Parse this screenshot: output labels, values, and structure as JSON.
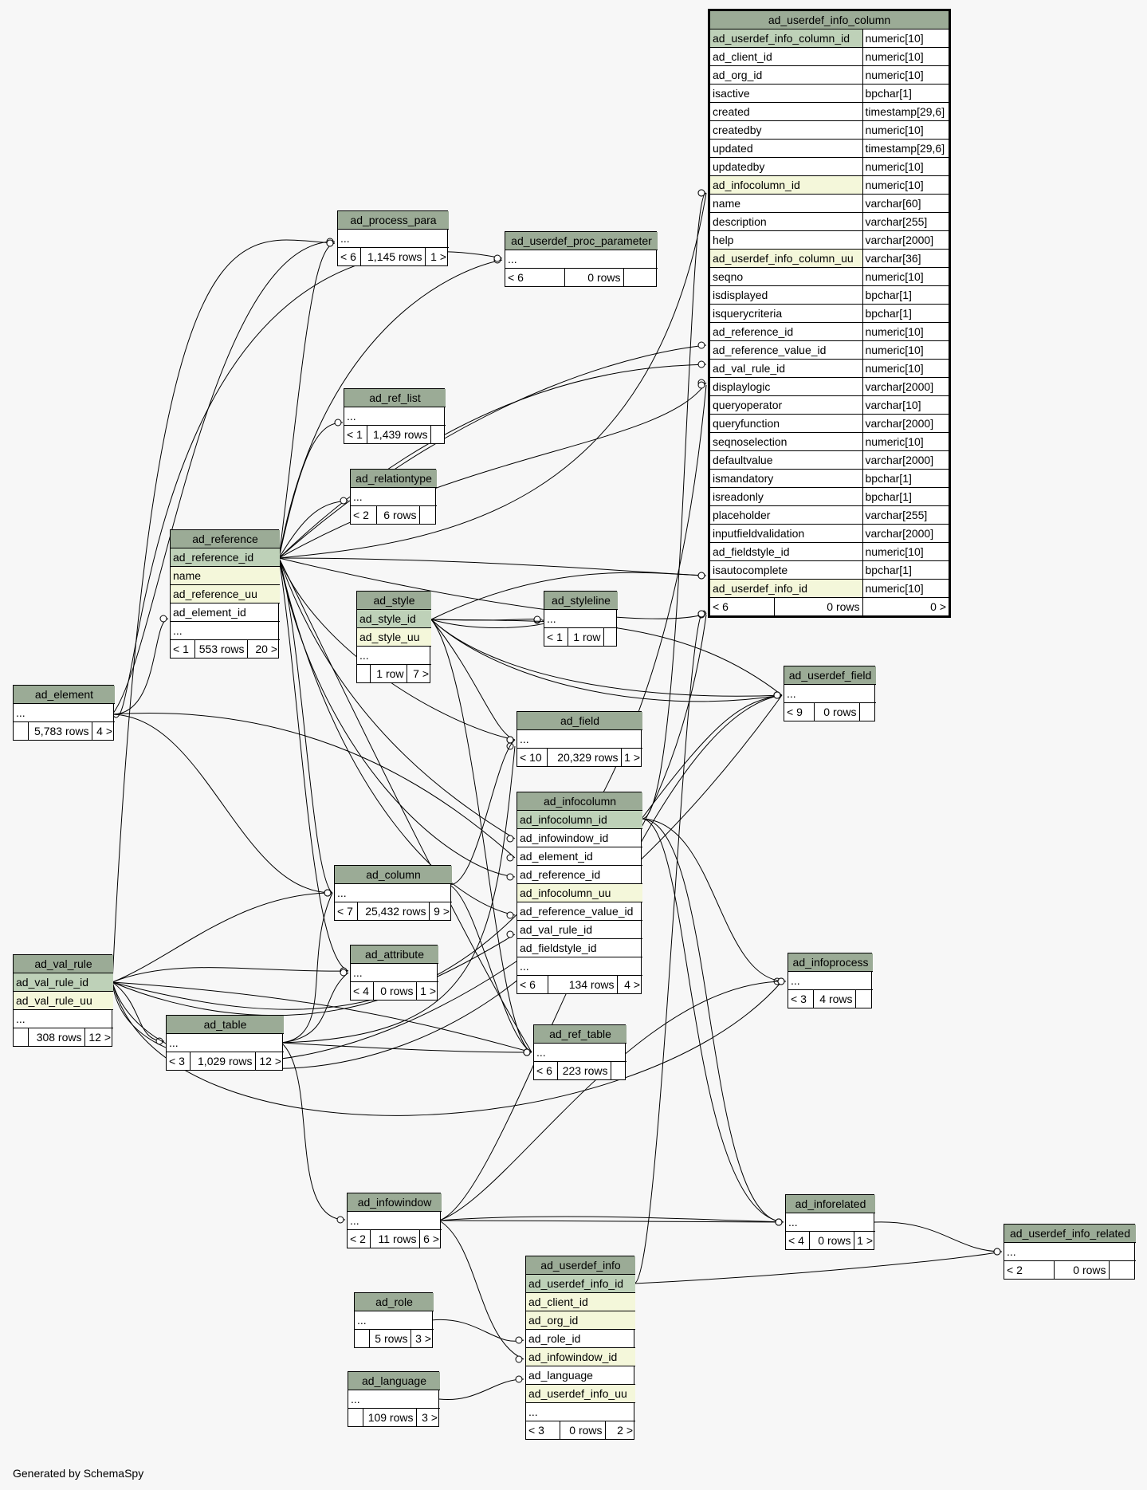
{
  "footer": "Generated by SchemaSpy",
  "colors": {
    "header": "#9bab96",
    "primary_key": "#bed1b8",
    "indexed": "#f4f7da",
    "background": "#f7f7f7"
  },
  "tables": {
    "ad_userdef_info_column": {
      "name": "ad_userdef_info_column",
      "columns": [
        {
          "name": "ad_userdef_info_column_id",
          "type": "numeric[10]"
        },
        {
          "name": "ad_client_id",
          "type": "numeric[10]"
        },
        {
          "name": "ad_org_id",
          "type": "numeric[10]"
        },
        {
          "name": "isactive",
          "type": "bpchar[1]"
        },
        {
          "name": "created",
          "type": "timestamp[29,6]"
        },
        {
          "name": "createdby",
          "type": "numeric[10]"
        },
        {
          "name": "updated",
          "type": "timestamp[29,6]"
        },
        {
          "name": "updatedby",
          "type": "numeric[10]"
        },
        {
          "name": "ad_infocolumn_id",
          "type": "numeric[10]"
        },
        {
          "name": "name",
          "type": "varchar[60]"
        },
        {
          "name": "description",
          "type": "varchar[255]"
        },
        {
          "name": "help",
          "type": "varchar[2000]"
        },
        {
          "name": "ad_userdef_info_column_uu",
          "type": "varchar[36]"
        },
        {
          "name": "seqno",
          "type": "numeric[10]"
        },
        {
          "name": "isdisplayed",
          "type": "bpchar[1]"
        },
        {
          "name": "isquerycriteria",
          "type": "bpchar[1]"
        },
        {
          "name": "ad_reference_id",
          "type": "numeric[10]"
        },
        {
          "name": "ad_reference_value_id",
          "type": "numeric[10]"
        },
        {
          "name": "ad_val_rule_id",
          "type": "numeric[10]"
        },
        {
          "name": "displaylogic",
          "type": "varchar[2000]"
        },
        {
          "name": "queryoperator",
          "type": "varchar[10]"
        },
        {
          "name": "queryfunction",
          "type": "varchar[2000]"
        },
        {
          "name": "seqnoselection",
          "type": "numeric[10]"
        },
        {
          "name": "defaultvalue",
          "type": "varchar[2000]"
        },
        {
          "name": "ismandatory",
          "type": "bpchar[1]"
        },
        {
          "name": "isreadonly",
          "type": "bpchar[1]"
        },
        {
          "name": "placeholder",
          "type": "varchar[255]"
        },
        {
          "name": "inputfieldvalidation",
          "type": "varchar[2000]"
        },
        {
          "name": "ad_fieldstyle_id",
          "type": "numeric[10]"
        },
        {
          "name": "isautocomplete",
          "type": "bpchar[1]"
        },
        {
          "name": "ad_userdef_info_id",
          "type": "numeric[10]"
        }
      ],
      "footer": [
        "< 6",
        "0 rows",
        "0 >"
      ]
    },
    "ad_process_para": {
      "name": "ad_process_para",
      "ellipsis": "...",
      "footer": [
        "< 6",
        "1,145 rows",
        "1 >"
      ]
    },
    "ad_userdef_proc_parameter": {
      "name": "ad_userdef_proc_parameter",
      "ellipsis": "...",
      "footer": [
        "< 6",
        "0 rows",
        ""
      ]
    },
    "ad_ref_list": {
      "name": "ad_ref_list",
      "ellipsis": "...",
      "footer": [
        "< 1",
        "1,439 rows",
        ""
      ]
    },
    "ad_relationtype": {
      "name": "ad_relationtype",
      "ellipsis": "...",
      "footer": [
        "< 2",
        "6 rows",
        ""
      ]
    },
    "ad_reference": {
      "name": "ad_reference",
      "columns": [
        "ad_reference_id",
        "name",
        "ad_reference_uu",
        "ad_element_id",
        "..."
      ],
      "footer": [
        "< 1",
        "553 rows",
        "20 >"
      ]
    },
    "ad_style": {
      "name": "ad_style",
      "columns": [
        "ad_style_id",
        "ad_style_uu",
        "..."
      ],
      "footer": [
        "",
        "1 row",
        "7 >"
      ]
    },
    "ad_styleline": {
      "name": "ad_styleline",
      "ellipsis": "...",
      "footer": [
        "< 1",
        "1 row",
        ""
      ]
    },
    "ad_element": {
      "name": "ad_element",
      "ellipsis": "...",
      "footer": [
        "",
        "5,783 rows",
        "4 >"
      ]
    },
    "ad_field": {
      "name": "ad_field",
      "ellipsis": "...",
      "footer": [
        "< 10",
        "20,329 rows",
        "1 >"
      ]
    },
    "ad_userdef_field": {
      "name": "ad_userdef_field",
      "ellipsis": "...",
      "footer": [
        "< 9",
        "0 rows",
        ""
      ]
    },
    "ad_infocolumn": {
      "name": "ad_infocolumn",
      "columns": [
        "ad_infocolumn_id",
        "ad_infowindow_id",
        "ad_element_id",
        "ad_reference_id",
        "ad_infocolumn_uu",
        "ad_reference_value_id",
        "ad_val_rule_id",
        "ad_fieldstyle_id",
        "..."
      ],
      "footer": [
        "< 6",
        "134 rows",
        "4 >"
      ]
    },
    "ad_column": {
      "name": "ad_column",
      "ellipsis": "...",
      "footer": [
        "< 7",
        "25,432 rows",
        "9 >"
      ]
    },
    "ad_attribute": {
      "name": "ad_attribute",
      "ellipsis": "...",
      "footer": [
        "< 4",
        "0 rows",
        "1 >"
      ]
    },
    "ad_val_rule": {
      "name": "ad_val_rule",
      "columns": [
        "ad_val_rule_id",
        "ad_val_rule_uu",
        "..."
      ],
      "footer": [
        "",
        "308 rows",
        "12 >"
      ]
    },
    "ad_table": {
      "name": "ad_table",
      "ellipsis": "...",
      "footer": [
        "< 3",
        "1,029 rows",
        "12 >"
      ]
    },
    "ad_ref_table": {
      "name": "ad_ref_table",
      "ellipsis": "...",
      "footer": [
        "< 6",
        "223 rows",
        ""
      ]
    },
    "ad_infoprocess": {
      "name": "ad_infoprocess",
      "ellipsis": "...",
      "footer": [
        "< 3",
        "4 rows",
        ""
      ]
    },
    "ad_infowindow": {
      "name": "ad_infowindow",
      "ellipsis": "...",
      "footer": [
        "< 2",
        "11 rows",
        "6 >"
      ]
    },
    "ad_inforelated": {
      "name": "ad_inforelated",
      "ellipsis": "...",
      "footer": [
        "< 4",
        "0 rows",
        "1 >"
      ]
    },
    "ad_userdef_info_related": {
      "name": "ad_userdef_info_related",
      "ellipsis": "...",
      "footer": [
        "< 2",
        "0 rows",
        ""
      ]
    },
    "ad_userdef_info": {
      "name": "ad_userdef_info",
      "columns": [
        "ad_userdef_info_id",
        "ad_client_id",
        "ad_org_id",
        "ad_role_id",
        "ad_infowindow_id",
        "ad_language",
        "ad_userdef_info_uu",
        "..."
      ],
      "footer": [
        "< 3",
        "0 rows",
        "2 >"
      ]
    },
    "ad_role": {
      "name": "ad_role",
      "ellipsis": "...",
      "footer": [
        "",
        "5 rows",
        "3 >"
      ]
    },
    "ad_language": {
      "name": "ad_language",
      "ellipsis": "...",
      "footer": [
        "",
        "109 rows",
        "3 >"
      ]
    }
  }
}
